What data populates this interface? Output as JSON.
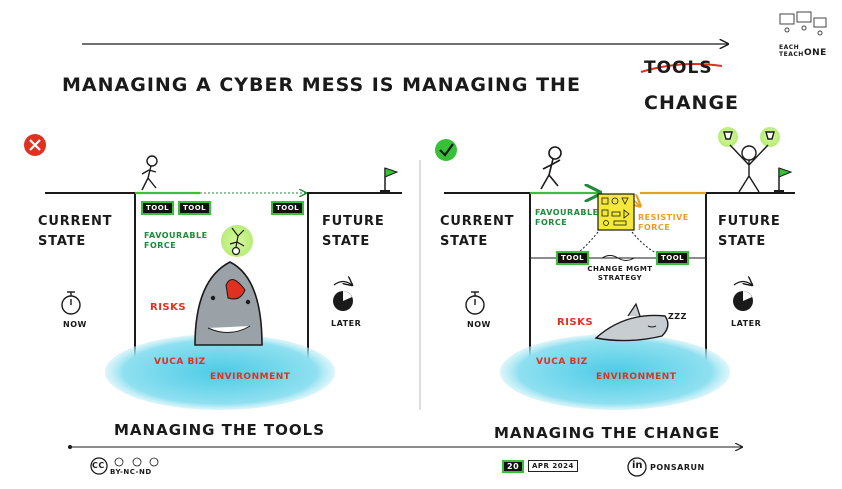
{
  "title": {
    "main": "MANAGING A CYBER MESS IS MANAGING THE",
    "struck_word": "TOOLS",
    "replacement_word": "CHANGE"
  },
  "brand": {
    "line1": "EACH",
    "line2": "TEACH",
    "line3": "ONE"
  },
  "left_panel": {
    "status": "wrong",
    "current_state": [
      "CURRENT",
      "STATE"
    ],
    "future_state": [
      "FUTURE",
      "STATE"
    ],
    "tools": [
      "TOOL",
      "TOOL",
      "TOOL"
    ],
    "favourable_force": [
      "FAVOURABLE",
      "FORCE"
    ],
    "risks": "RISKS",
    "vuca": "VUCA BIZ",
    "environment": "ENVIRONMENT",
    "now": "NOW",
    "later": "LATER",
    "caption": "MANAGING THE TOOLS"
  },
  "right_panel": {
    "status": "correct",
    "current_state": [
      "CURRENT",
      "STATE"
    ],
    "future_state": [
      "FUTURE",
      "STATE"
    ],
    "tools": [
      "TOOL",
      "TOOL"
    ],
    "favourable_force": [
      "FAVOURABLE",
      "FORCE"
    ],
    "resistive_force": [
      "RESISTIVE",
      "FORCE"
    ],
    "strategy": [
      "CHANGE MGMT",
      "STRATEGY"
    ],
    "risks": "RISKS",
    "snore": "ZZZ",
    "vuca": "VUCA BIZ",
    "environment": "ENVIRONMENT",
    "now": "NOW",
    "later": "LATER",
    "caption": "MANAGING THE CHANGE"
  },
  "footer": {
    "license": "BY-NC-ND",
    "cc": "CC",
    "number": "20",
    "date": "APR 2024",
    "linkedin": "in",
    "author": "PONSARUN"
  },
  "colors": {
    "ink": "#1a1a1a",
    "green": "#1e8a3a",
    "bright_green": "#38c038",
    "red": "#e03020",
    "orange": "#e8a020",
    "water": "#6fd6ec",
    "yellow": "#f4e83a",
    "lime": "#c8f08a"
  }
}
